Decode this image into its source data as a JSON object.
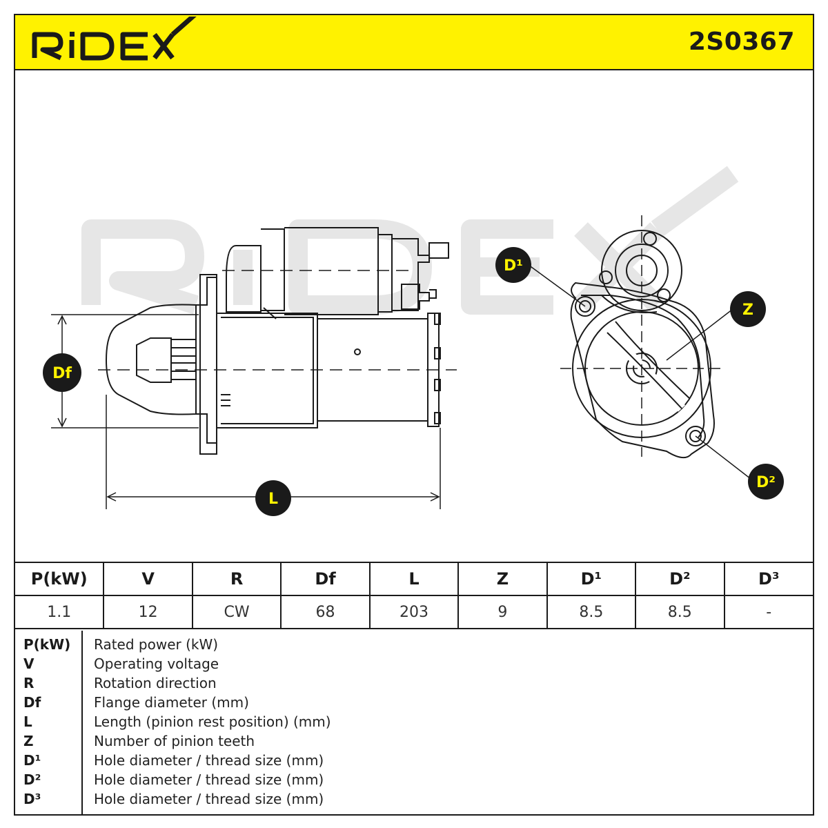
{
  "header": {
    "brand": "RIDEX",
    "part_number": "2S0367"
  },
  "drawing": {
    "callouts": {
      "d1": "D¹",
      "d2": "D²",
      "z": "Z",
      "df": "Df",
      "l": "L"
    },
    "watermark": "RIDEX"
  },
  "specs": {
    "headers": [
      "P(kW)",
      "V",
      "R",
      "Df",
      "L",
      "Z",
      "D¹",
      "D²",
      "D³"
    ],
    "values": [
      "1.1",
      "12",
      "CW",
      "68",
      "203",
      "9",
      "8.5",
      "8.5",
      "-"
    ]
  },
  "legend": [
    {
      "key": "P(kW)",
      "desc": "Rated power (kW)"
    },
    {
      "key": "V",
      "desc": "Operating voltage"
    },
    {
      "key": "R",
      "desc": "Rotation direction"
    },
    {
      "key": "Df",
      "desc": "Flange diameter (mm)"
    },
    {
      "key": "L",
      "desc": "Length (pinion rest position) (mm)"
    },
    {
      "key": "Z",
      "desc": "Number of pinion teeth"
    },
    {
      "key": "D¹",
      "desc": "Hole diameter / thread size (mm)"
    },
    {
      "key": "D²",
      "desc": "Hole diameter / thread size (mm)"
    },
    {
      "key": "D³",
      "desc": "Hole diameter / thread size (mm)"
    }
  ],
  "colors": {
    "accent_yellow": "#fff200",
    "line": "#1a1a1a"
  }
}
